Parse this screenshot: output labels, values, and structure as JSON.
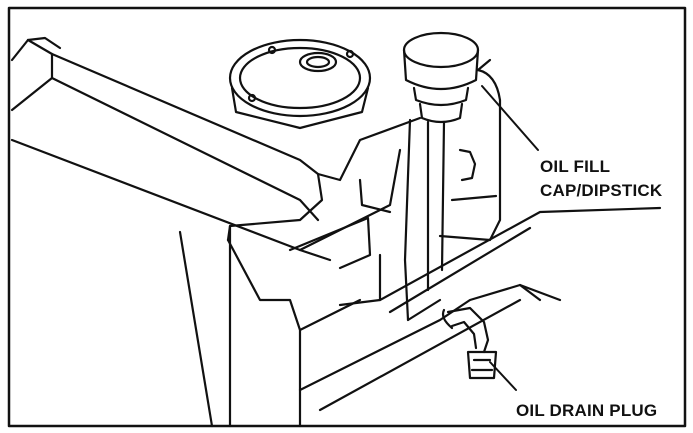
{
  "labels": {
    "oil_fill_line1": "OIL FILL",
    "oil_fill_line2": "CAP/DIPSTICK",
    "oil_drain_plug": "OIL DRAIN PLUG"
  },
  "colors": {
    "ink": "#111111",
    "paper": "#ffffff"
  }
}
